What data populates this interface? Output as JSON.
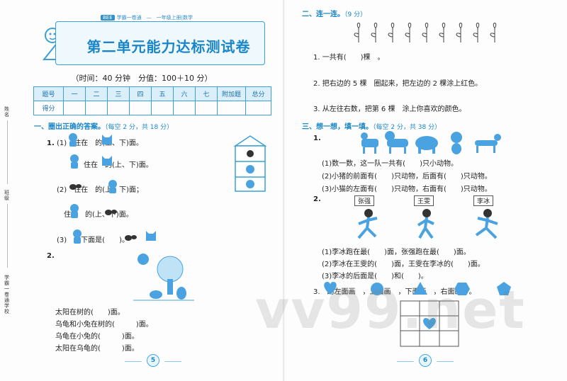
{
  "left": {
    "series": "学霸一卷通",
    "series_tag": "BEE",
    "grade_subject": "一年级上册|数学",
    "title": "第二单元能力达标测试卷",
    "time_line": "（时间：40 分钟　分值：100＋10 分）",
    "score_table": {
      "header": [
        "题号",
        "一",
        "二",
        "三",
        "四",
        "五",
        "六",
        "七",
        "附加题",
        "总分"
      ],
      "row_label": "得分"
    },
    "side_labels": [
      "姓名",
      "班级",
      "学霸一卷通 学校"
    ],
    "section1": {
      "title": "一、圈出正确的答案。",
      "note": "（每空 2 分，共 18 分）",
      "q1_num": "1.",
      "q1_lines": [
        "(1)　住在　的(上、下)面。",
        "住在　的(上、下)面。",
        "(2)　住在　的(上、下)面；",
        "　住在　的(上、下)面。",
        "(3)　的下面是(　　)。"
      ],
      "q2_num": "2.",
      "q2_lines": [
        "太阳在树的(　　)面。",
        "乌龟和小兔在树的(　　　)面。",
        "乌龟在小兔的(　　　)面。",
        "太阳在乌龟的(　　　)面。"
      ]
    },
    "page_number": "5"
  },
  "right": {
    "section2": {
      "title": "二、连一连。",
      "note": "（9 分）",
      "lines": [
        "1. 一共有(　　)棵　。",
        "2. 把右边的 5 棵　圈起来，把左边的 2 棵涂上红色。",
        "3. 从左往右数，把第 6 棵　涂上你喜欢的颜色。"
      ]
    },
    "section3": {
      "title": "三、想一想，填一填。",
      "note": "（每空 2 分，共 38 分）",
      "q1_num": "1.",
      "q1_lines": [
        "(1)数一数，这一队一共有(　　)只小动物。",
        "(2)小猪的前面有(　　)只动物，后面有(　　)只动物。",
        "(3)小猫的左面有(　　)只动物，右面有(　　)只动物。"
      ],
      "q2_num": "2.",
      "names": [
        "张强",
        "王雯",
        "李冰"
      ],
      "q2_lines": [
        "(1)李冰跑在最(　　)面，张强跑在最(　　)面。",
        "(2)李冰在王雯的(　　)面，王雯在李冰的(　　)面。",
        "(3)李冰的后面是(　　)和(　　)。"
      ],
      "q3_text": "3.　的左面画　，上面画　，下面画　，右面画　。"
    },
    "page_number": "6"
  },
  "watermark": "vv99.net",
  "colors": {
    "accent": "#1a86c8",
    "table_border": "#3aa0d6",
    "figure_blue": "#4aa3e0"
  }
}
